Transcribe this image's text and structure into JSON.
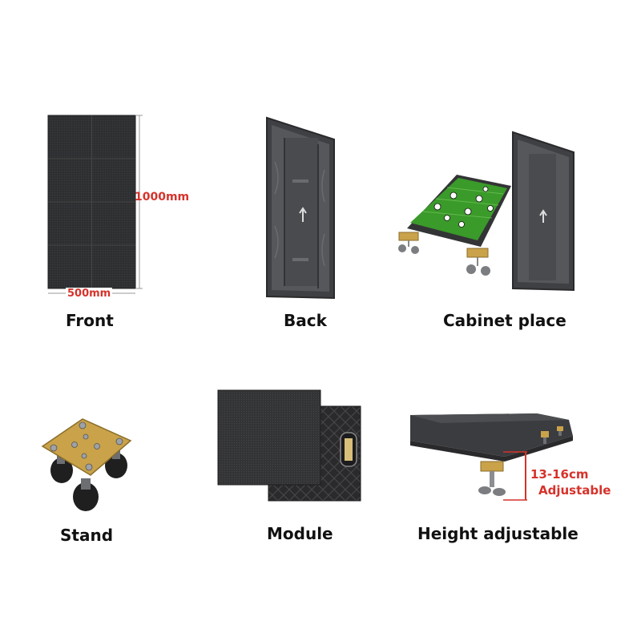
{
  "captions": {
    "front": "Front",
    "back": "Back",
    "cabinet_place": "Cabinet place",
    "stand": "Stand",
    "module": "Module",
    "height_adjustable": "Height adjustable"
  },
  "dimensions": {
    "height": "1000mm",
    "width": "500mm",
    "height_range": "13-16cm",
    "adjustable": "Adjustable"
  },
  "colors": {
    "panel_dark": "#2b2b2d",
    "frame_gray": "#4a4a4d",
    "turf_green": "#3a9a2a",
    "plate_gold": "#c9a24a",
    "dimension_red": "#d6322b"
  }
}
